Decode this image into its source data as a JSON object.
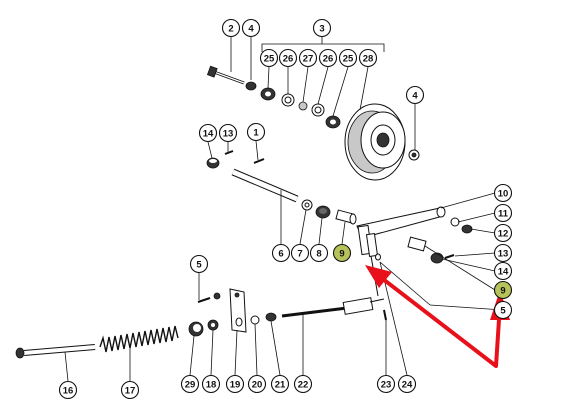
{
  "diagram": {
    "callouts": [
      {
        "label": "2"
      },
      {
        "label": "4"
      },
      {
        "label": "3"
      },
      {
        "label": "25"
      },
      {
        "label": "26"
      },
      {
        "label": "27"
      },
      {
        "label": "26"
      },
      {
        "label": "25"
      },
      {
        "label": "28"
      },
      {
        "label": "4"
      },
      {
        "label": "14"
      },
      {
        "label": "13"
      },
      {
        "label": "1"
      },
      {
        "label": "10"
      },
      {
        "label": "11"
      },
      {
        "label": "12"
      },
      {
        "label": "13"
      },
      {
        "label": "14"
      },
      {
        "label": "9"
      },
      {
        "label": "6"
      },
      {
        "label": "7"
      },
      {
        "label": "8"
      },
      {
        "label": "9"
      },
      {
        "label": "5"
      },
      {
        "label": "16"
      },
      {
        "label": "17"
      },
      {
        "label": "29"
      },
      {
        "label": "18"
      },
      {
        "label": "19"
      },
      {
        "label": "20"
      },
      {
        "label": "21"
      },
      {
        "label": "22"
      },
      {
        "label": "23"
      },
      {
        "label": "24"
      },
      {
        "label": "5"
      }
    ],
    "highlight_color": "#b6c25a",
    "arrow_color": "#e8101a"
  }
}
